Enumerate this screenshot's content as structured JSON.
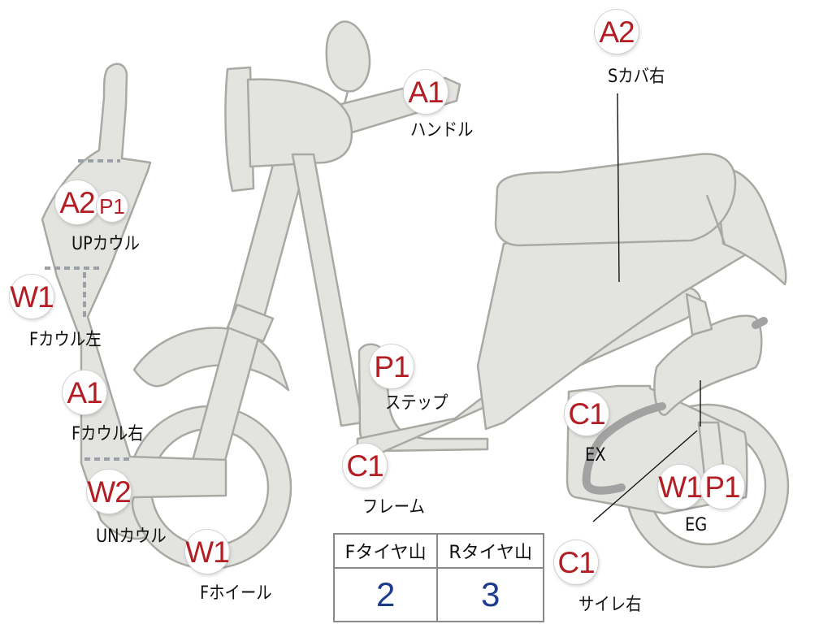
{
  "badges": {
    "handle": "A1",
    "s_cover_right": "A2",
    "up_cowl_1": "A2",
    "up_cowl_2": "P1",
    "f_cowl_left": "W1",
    "f_cowl_right": "A1",
    "un_cowl": "W2",
    "f_wheel": "W1",
    "step": "P1",
    "frame": "C1",
    "ex": "C1",
    "eg_1": "W1",
    "eg_2": "P1",
    "silencer_right": "C1"
  },
  "labels": {
    "handle": "ハンドル",
    "s_cover_right": "Sカバ右",
    "up_cowl": "UPカウル",
    "f_cowl_left": "Fカウル左",
    "f_cowl_right": "Fカウル右",
    "un_cowl": "UNカウル",
    "f_wheel": "Fホイール",
    "step": "ステップ",
    "frame": "フレーム",
    "ex": "EX",
    "eg": "EG",
    "silencer_right": "サイレ右"
  },
  "tire_table": {
    "headers": [
      "Fタイヤ山",
      "Rタイヤ山"
    ],
    "values": [
      "2",
      "3"
    ]
  },
  "colors": {
    "grade_text": "#b21e24",
    "tire_value_text": "#1e3c8c",
    "part_fill": "#e3e3e0",
    "part_outline": "#a9a9a4"
  }
}
